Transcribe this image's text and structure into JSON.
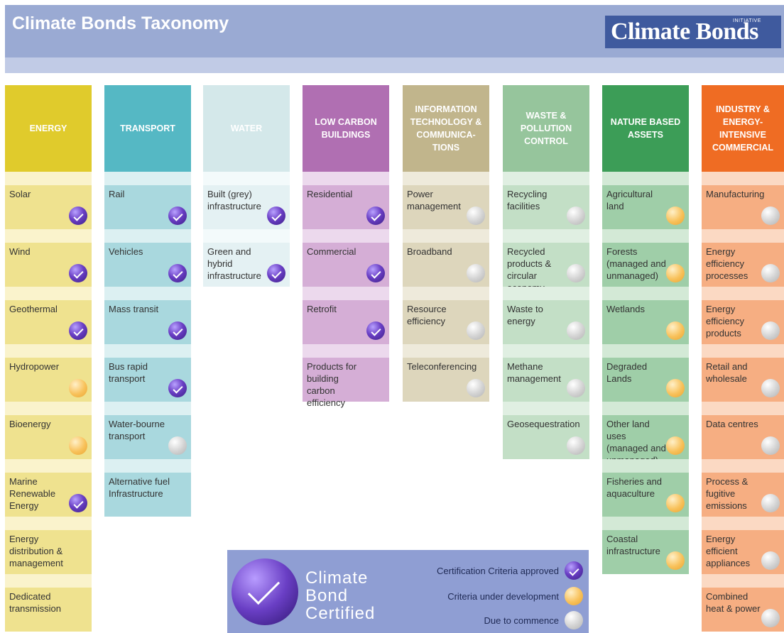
{
  "header": {
    "title": "Climate Bonds Taxonomy",
    "logo_text": "Climate Bonds",
    "logo_superscript": "INITIATIVE"
  },
  "colors": {
    "header": "#9aaad3",
    "logo_bg": "#3f5a9e",
    "legend_bg": "#8f9ed3",
    "approved": "#6a3fc5",
    "development": "#f8c15a",
    "commence": "#c8c8c8"
  },
  "legend": {
    "brand": [
      "Climate",
      "Bond",
      "Certified"
    ],
    "items": [
      {
        "label": "Certification Criteria approved",
        "status": "approved"
      },
      {
        "label": "Criteria under development",
        "status": "development"
      },
      {
        "label": "Due to commence",
        "status": "commence"
      }
    ]
  },
  "columns": [
    {
      "id": "energy",
      "title": "ENERGY",
      "head_color": "#e0cb2c",
      "cell_color": "#efe28f",
      "sep_color": "#faf3cc",
      "items": [
        {
          "label": "Solar",
          "status": "approved"
        },
        {
          "label": "Wind",
          "status": "approved"
        },
        {
          "label": "Geothermal",
          "status": "approved"
        },
        {
          "label": "Hydropower",
          "status": "development"
        },
        {
          "label": "Bioenergy",
          "status": "development"
        },
        {
          "label": "Marine Renewable Energy",
          "status": "approved"
        },
        {
          "label": "Energy distribution & management",
          "status": ""
        },
        {
          "label": "Dedicated transmission",
          "status": ""
        }
      ]
    },
    {
      "id": "transport",
      "title": "TRANSPORT",
      "head_color": "#55b8c4",
      "cell_color": "#a9d8de",
      "sep_color": "#dcf0f2",
      "items": [
        {
          "label": "Rail",
          "status": "approved"
        },
        {
          "label": "Vehicles",
          "status": "approved"
        },
        {
          "label": "Mass transit",
          "status": "approved"
        },
        {
          "label": "Bus rapid transport",
          "status": "approved"
        },
        {
          "label": "Water-bourne transport",
          "status": "commence"
        },
        {
          "label": "Alternative fuel Infrastructure",
          "status": ""
        }
      ]
    },
    {
      "id": "water",
      "title": "WATER",
      "head_color": "#d4e8ea",
      "cell_color": "#e4f1f3",
      "sep_color": "#f3fafb",
      "items": [
        {
          "label": "Built (grey) infrastructure",
          "status": "approved"
        },
        {
          "label": "Green and hybrid infrastructure",
          "status": "approved"
        }
      ]
    },
    {
      "id": "buildings",
      "title": "LOW CARBON BUILDINGS",
      "head_color": "#b06fb2",
      "cell_color": "#d5aed6",
      "sep_color": "#ecd9ed",
      "items": [
        {
          "label": "Residential",
          "status": "approved"
        },
        {
          "label": "Commercial",
          "status": "approved"
        },
        {
          "label": "Retrofit",
          "status": "approved"
        },
        {
          "label": "Products for building carbon efficiency",
          "status": ""
        }
      ]
    },
    {
      "id": "ict",
      "title": "INFORMATION TECHNOLOGY & COMMUNICA-TIONS",
      "head_color": "#c1b58c",
      "cell_color": "#ddd6bc",
      "sep_color": "#eeeadb",
      "items": [
        {
          "label": "Power management",
          "status": "commence"
        },
        {
          "label": "Broadband",
          "status": "commence"
        },
        {
          "label": "Resource efficiency",
          "status": "commence"
        },
        {
          "label": "Teleconferencing",
          "status": "commence"
        }
      ]
    },
    {
      "id": "waste",
      "title": "WASTE & POLLUTION CONTROL",
      "head_color": "#96c59c",
      "cell_color": "#c3dfc6",
      "sep_color": "#e0efe2",
      "items": [
        {
          "label": "Recycling facilities",
          "status": "commence"
        },
        {
          "label": "Recycled products & circular economy",
          "status": "commence"
        },
        {
          "label": "Waste to energy",
          "status": "commence"
        },
        {
          "label": "Methane management",
          "status": "commence"
        },
        {
          "label": "Geosequestration",
          "status": "commence"
        }
      ]
    },
    {
      "id": "nature",
      "title": "NATURE BASED ASSETS",
      "head_color": "#3c9d57",
      "cell_color": "#9fcea8",
      "sep_color": "#d3e9d6",
      "items": [
        {
          "label": "Agricultural land",
          "status": "development"
        },
        {
          "label": "Forests (managed and unmanaged)",
          "status": "development"
        },
        {
          "label": "Wetlands",
          "status": "development"
        },
        {
          "label": "Degraded Lands",
          "status": "development"
        },
        {
          "label": "Other land uses (managed and unmanaged)",
          "status": "development"
        },
        {
          "label": "Fisheries and aquaculture",
          "status": "development"
        },
        {
          "label": "Coastal infrastructure",
          "status": "development"
        }
      ]
    },
    {
      "id": "industry",
      "title": "INDUSTRY & ENERGY-INTENSIVE COMMERCIAL",
      "head_color": "#ef6c23",
      "cell_color": "#f6ae82",
      "sep_color": "#fbd9c3",
      "items": [
        {
          "label": "Manufacturing",
          "status": "commence"
        },
        {
          "label": "Energy efficiency processes",
          "status": "commence"
        },
        {
          "label": "Energy efficiency products",
          "status": "commence"
        },
        {
          "label": "Retail and wholesale",
          "status": "commence"
        },
        {
          "label": "Data centres",
          "status": "commence"
        },
        {
          "label": "Process & fugitive emissions",
          "status": "commence"
        },
        {
          "label": "Energy efficient appliances",
          "status": "commence"
        },
        {
          "label": "Combined heat & power",
          "status": "commence"
        }
      ]
    }
  ]
}
